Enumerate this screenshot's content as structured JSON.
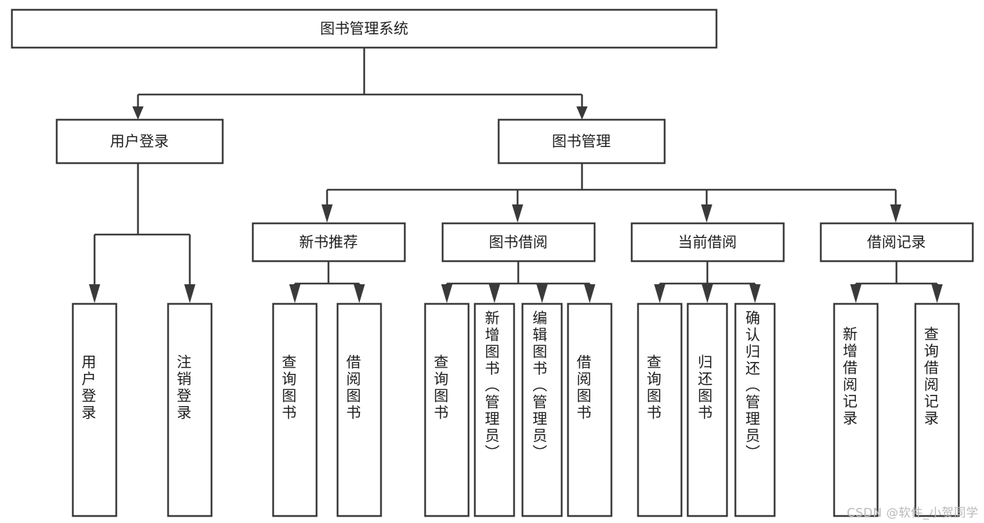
{
  "diagram": {
    "type": "hierarchy-tree",
    "title": "图书管理系统",
    "background_color": "#ffffff",
    "line_color": "#3a3a3a",
    "text_color": "#1f1f1f",
    "root": {
      "label": "图书管理系统"
    },
    "level2": [
      {
        "label": "用户登录"
      },
      {
        "label": "图书管理"
      }
    ],
    "level3": [
      {
        "label": "新书推荐"
      },
      {
        "label": "图书借阅"
      },
      {
        "label": "当前借阅"
      },
      {
        "label": "借阅记录"
      }
    ],
    "leaves": [
      {
        "label": "用户登录",
        "parent": "用户登录"
      },
      {
        "label": "注销登录",
        "parent": "用户登录"
      },
      {
        "label": "查询图书",
        "parent": "新书推荐"
      },
      {
        "label": "借阅图书",
        "parent": "新书推荐"
      },
      {
        "label": "查询图书",
        "parent": "图书借阅"
      },
      {
        "label": "新增图书（管理员）",
        "parent": "图书借阅"
      },
      {
        "label": "编辑图书（管理员）",
        "parent": "图书借阅"
      },
      {
        "label": "借阅图书",
        "parent": "图书借阅"
      },
      {
        "label": "查询图书",
        "parent": "当前借阅"
      },
      {
        "label": "归还图书",
        "parent": "当前借阅"
      },
      {
        "label": "确认归还（管理员）",
        "parent": "当前借阅"
      },
      {
        "label": "新增借阅记录",
        "parent": "借阅记录"
      },
      {
        "label": "查询借阅记录",
        "parent": "借阅记录"
      }
    ]
  },
  "watermark": {
    "text": "CSDN @软件_小贺同学"
  }
}
